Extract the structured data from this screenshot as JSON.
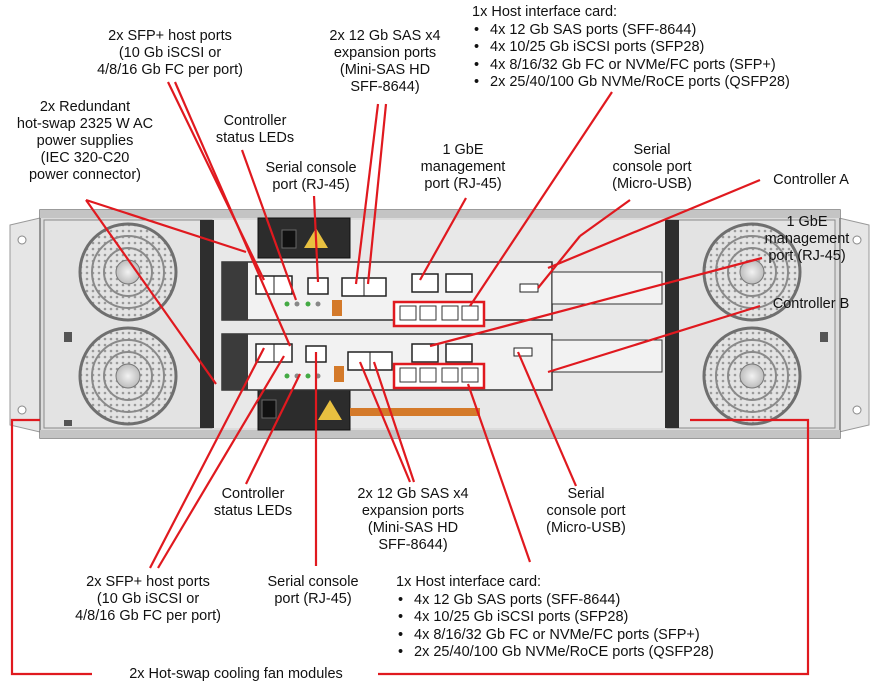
{
  "labels": {
    "sfp_top": [
      "2x SFP+ host ports",
      "(10 Gb iSCSI or",
      "4/8/16 Gb FC per port)"
    ],
    "sas_top": [
      "2x 12 Gb SAS x4",
      "expansion ports",
      "(Mini-SAS HD",
      "SFF-8644)"
    ],
    "psu": [
      "2x Redundant",
      "hot-swap 2325 W AC",
      "power supplies",
      "(IEC 320-C20",
      "power connector)"
    ],
    "status_leds_top": [
      "Controller",
      "status LEDs"
    ],
    "serial_rj45_top": [
      "Serial console",
      "port (RJ-45)"
    ],
    "mgmt_top": [
      "1 GbE",
      "management",
      "port (RJ-45)"
    ],
    "usb_top": [
      "Serial",
      "console port",
      "(Micro-USB)"
    ],
    "controller_a": "Controller A",
    "mgmt_right": [
      "1 GbE",
      "management",
      "port (RJ-45)"
    ],
    "controller_b": "Controller B",
    "status_leds_bottom": [
      "Controller",
      "status LEDs"
    ],
    "sas_bottom": [
      "2x 12 Gb SAS x4",
      "expansion ports",
      "(Mini-SAS HD",
      "SFF-8644)"
    ],
    "usb_bottom": [
      "Serial",
      "console port",
      "(Micro-USB)"
    ],
    "sfp_bottom": [
      "2x SFP+ host ports",
      "(10 Gb iSCSI or",
      "4/8/16 Gb FC per port)"
    ],
    "serial_rj45_bottom": [
      "Serial console",
      "port (RJ-45)"
    ],
    "fans": "2x Hot-swap cooling fan modules"
  },
  "hic_top": {
    "title": "1x Host interface card:",
    "items": [
      "4x 12 Gb SAS ports (SFF-8644)",
      "4x 10/25 Gb iSCSI ports (SFP28)",
      "4x 8/16/32 Gb FC or NVMe/FC ports (SFP+)",
      "2x 25/40/100 Gb NVMe/RoCE ports (QSFP28)"
    ]
  },
  "hic_bottom": {
    "title": "1x Host interface card:",
    "items": [
      "4x 12 Gb SAS ports (SFF-8644)",
      "4x 10/25 Gb iSCSI ports (SFP28)",
      "4x 8/16/32 Gb FC or NVMe/FC ports (SFP+)",
      "2x 25/40/100 Gb NVMe/RoCE ports (QSFP28)"
    ]
  },
  "colors": {
    "callout": "#e0191f",
    "chassis": "#d9d9d9",
    "module": "#3a3a3a"
  }
}
